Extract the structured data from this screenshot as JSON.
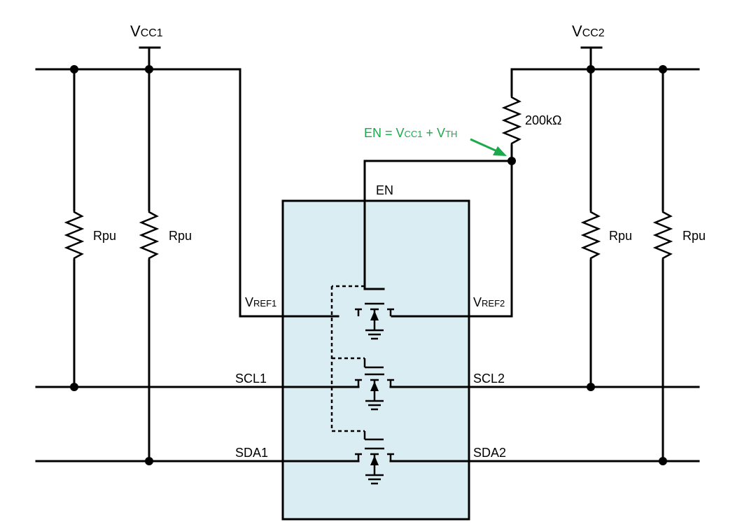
{
  "supplies": {
    "vcc1": {
      "main": "V",
      "sub": "CC1"
    },
    "vcc2": {
      "main": "V",
      "sub": "CC2"
    }
  },
  "resistors": {
    "rpu_label": "Rpu",
    "enable_resistor": "200kΩ"
  },
  "annotation": {
    "prefix": "EN = V",
    "sub1": "CC1",
    "mid": " + V",
    "sub2": "TH",
    "color": "#1aaa4b"
  },
  "chip": {
    "fill": "#daedf2",
    "en_label": "EN",
    "vref1": {
      "main": "V",
      "sub": "REF1"
    },
    "vref2": {
      "main": "V",
      "sub": "REF2"
    },
    "scl1": "SCL1",
    "scl2": "SCL2",
    "sda1": "SDA1",
    "sda2": "SDA2"
  }
}
